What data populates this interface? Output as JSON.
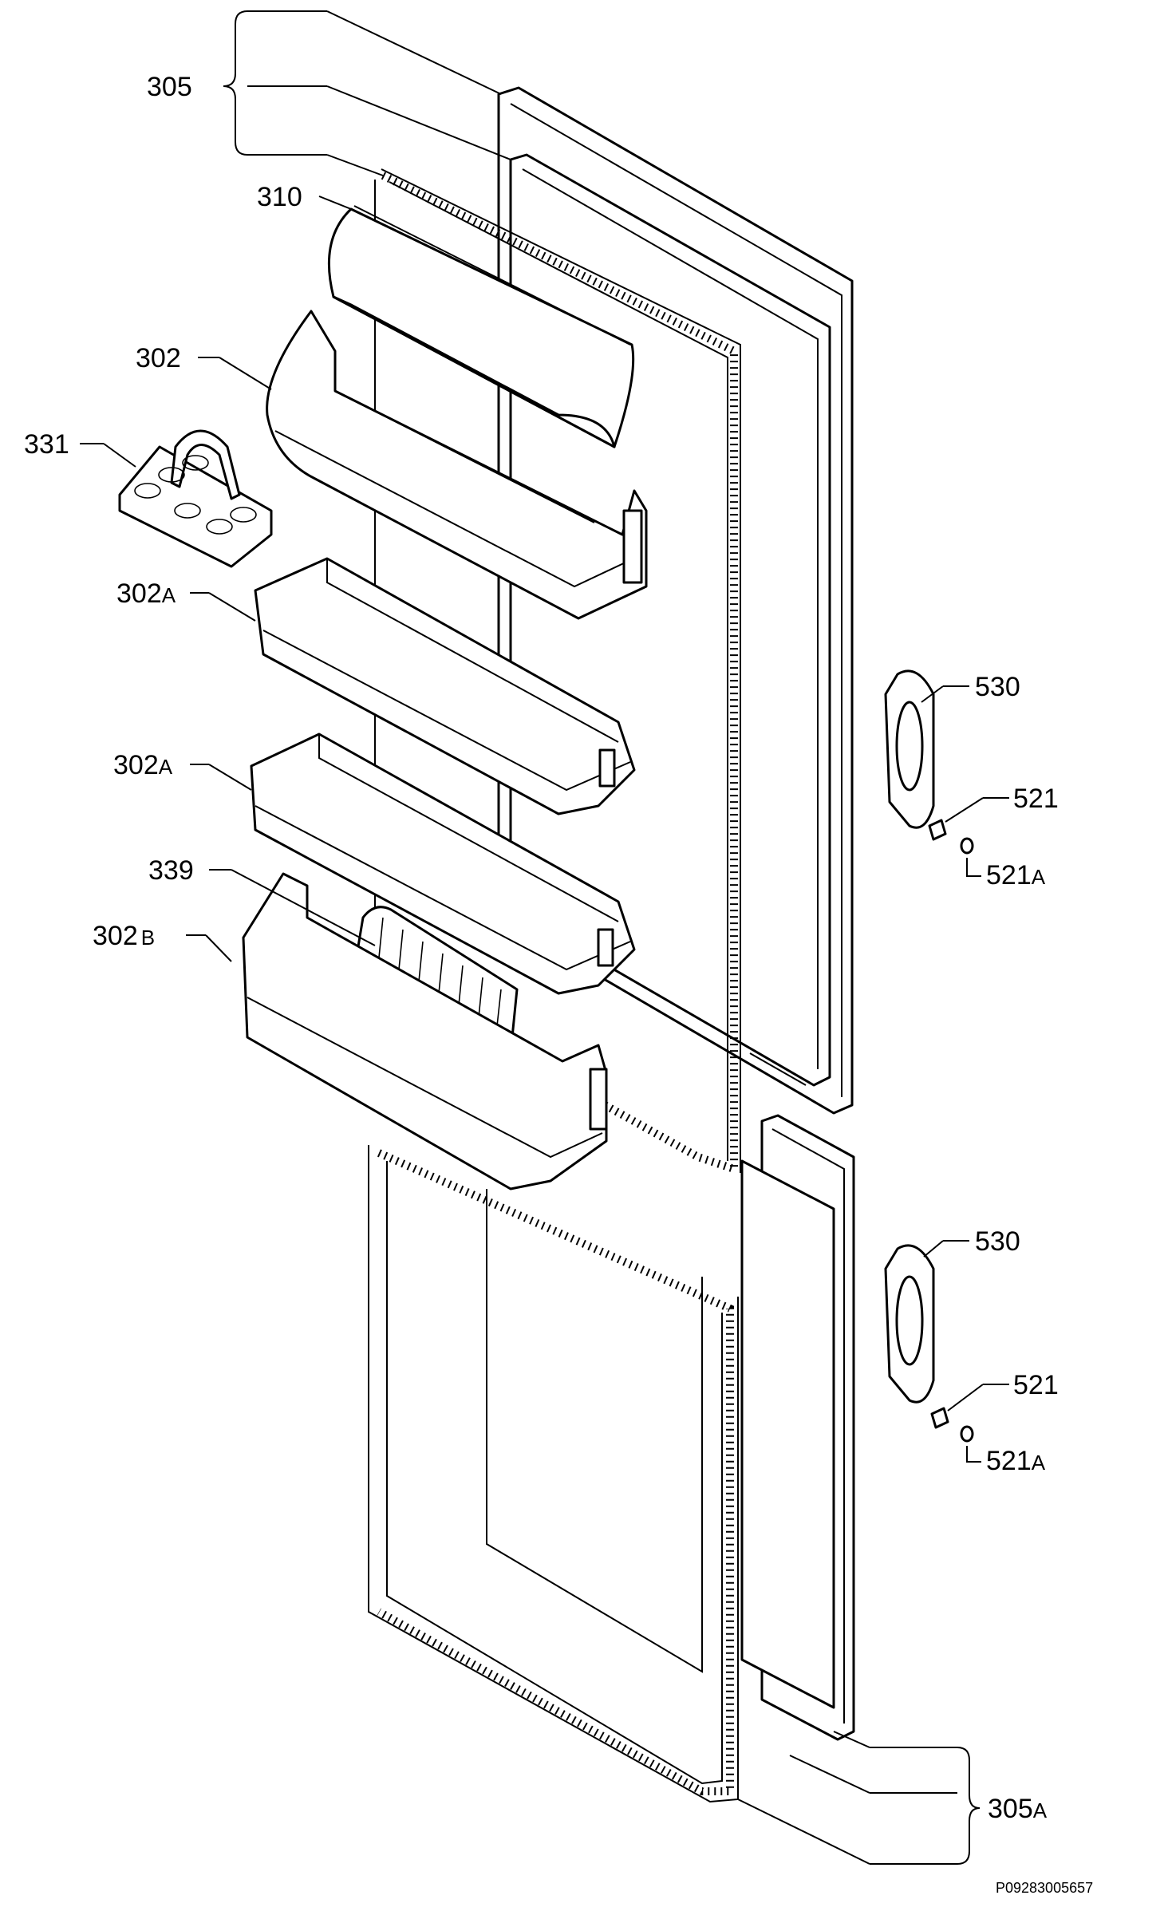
{
  "diagram": {
    "labels": {
      "door_upper": "305",
      "door_lower_num": "305",
      "door_lower_suffix": "A",
      "dairy_flap": "310",
      "tray_top": "302",
      "egg_tray": "331",
      "tray_mid1_num": "302",
      "tray_mid1_suffix": "A",
      "tray_mid2_num": "302",
      "tray_mid2_suffix": "A",
      "bottle_divider": "339",
      "tray_bottom_num": "302",
      "tray_bottom_suffix": "B",
      "hinge_cover_upper": "530",
      "screw_upper": "521",
      "washer_upper_num": "521",
      "washer_upper_suffix": "A",
      "hinge_cover_lower": "530",
      "screw_lower": "521",
      "washer_lower_num": "521",
      "washer_lower_suffix": "A"
    },
    "drawing_code": "P09283005657"
  }
}
